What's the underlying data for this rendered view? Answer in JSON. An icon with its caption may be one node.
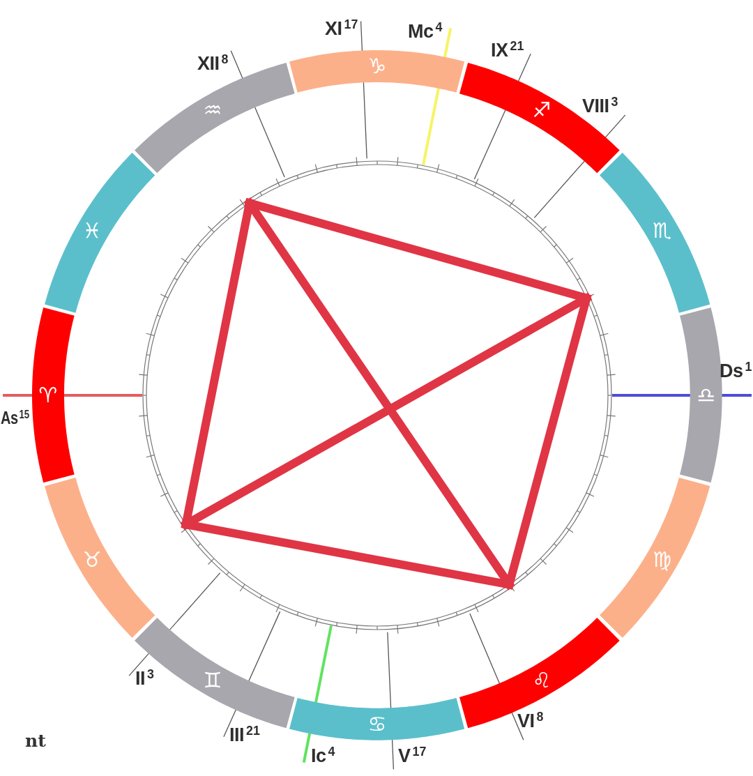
{
  "diagram": {
    "nodes": [
      {
        "text": [
          "♑"
        ]
      },
      {
        "text": [
          "♒"
        ]
      },
      {
        "text": [
          "♐"
        ]
      },
      {
        "text": [
          "♓"
        ]
      },
      {
        "text": [
          "♏"
        ]
      },
      {
        "text": [
          "♈"
        ]
      },
      {
        "text": [
          "♎"
        ]
      },
      {
        "text": [
          "♉"
        ]
      },
      {
        "text": [
          "♍"
        ]
      },
      {
        "text": [
          "♊"
        ]
      },
      {
        "text": [
          "♌"
        ]
      },
      {
        "text": [
          "♋"
        ]
      }
    ],
    "labels": [
      "XI$^{17}$",
      "Mc$^{4}$",
      "IX$^{21}$",
      "XII$^{8}$",
      "VIII$^{3}$",
      "Ds$^{1}$",
      "As$^{15}$",
      "II$^{3}$",
      "VI$^{8}$",
      "III$^{21}$",
      "nt",
      "Ic$^{4}$",
      "V$^{17}$"
    ]
  }
}
